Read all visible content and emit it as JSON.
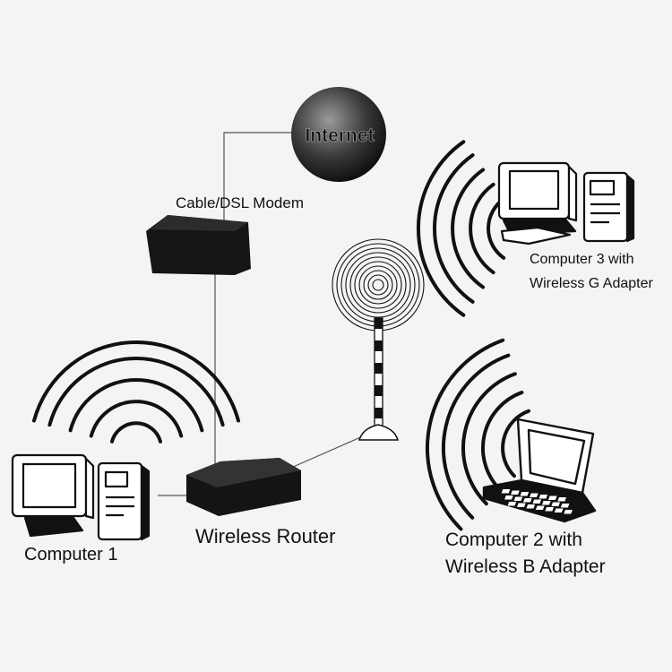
{
  "labels": {
    "internet": "Internet",
    "modem": "Cable/DSL Modem",
    "router": "Wireless Router",
    "computer1": "Computer 1",
    "computer2_line1": "Computer 2 with",
    "computer2_line2": "Wireless B Adapter",
    "computer3_line1": "Computer 3 with",
    "computer3_line2": "Wireless G Adapter"
  },
  "colors": {
    "background": "#f4f4f4",
    "ink": "#111111",
    "line": "#555555"
  },
  "icons": [
    "globe-icon",
    "modem-icon",
    "router-icon",
    "antenna-icon",
    "desktop-computer-icon",
    "laptop-icon",
    "wifi-waves-icon"
  ]
}
